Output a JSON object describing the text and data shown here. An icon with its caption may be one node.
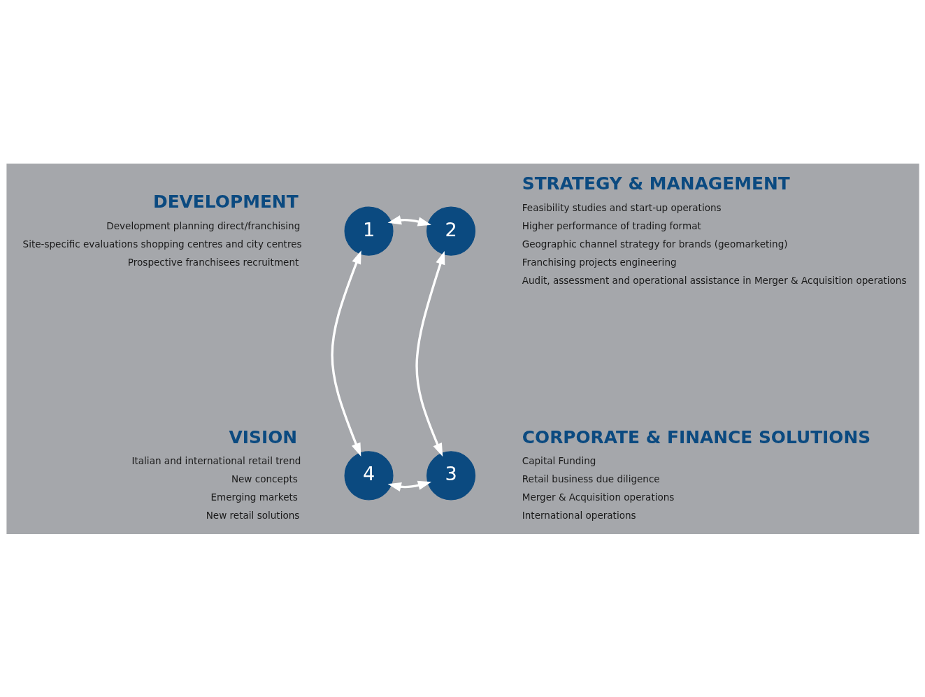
{
  "diagram": {
    "nodes": [
      {
        "text": [
          "1"
        ],
        "beside": [
          "DEVELOPMENT",
          "Development planning direct/franchising",
          "Site-specific evaluations shopping centres and city centres",
          "Prospective franchisees recruitment"
        ]
      },
      {
        "text": [
          "2"
        ],
        "beside": [
          "STRATEGY & MANAGEMENT",
          "Feasibility studies and start-up operations",
          "Higher performance of trading format",
          "Geographic channel strategy for brands (geomarketing)",
          "Franchising projects engineering",
          "Audit, assessment and operational assistance in Merger & Acquisition operations"
        ]
      },
      {
        "text": [
          "3"
        ],
        "beside": [
          "CORPORATE & FINANCE SOLUTIONS",
          "Capital Funding",
          "Retail business due diligence",
          "Merger & Acquisition operations",
          "International operations"
        ]
      },
      {
        "text": [
          "4"
        ],
        "beside": [
          "VISION",
          "Italian and international retail trend",
          "New concepts",
          "Emerging markets",
          "New retail solutions"
        ]
      }
    ],
    "edges": [
      {
        "from": 0,
        "to": 1,
        "arrow": "both"
      },
      {
        "from": 1,
        "to": 2,
        "arrow": "both"
      },
      {
        "from": 3,
        "to": 2,
        "arrow": "both"
      },
      {
        "from": 0,
        "to": 3,
        "arrow": "both"
      }
    ]
  }
}
